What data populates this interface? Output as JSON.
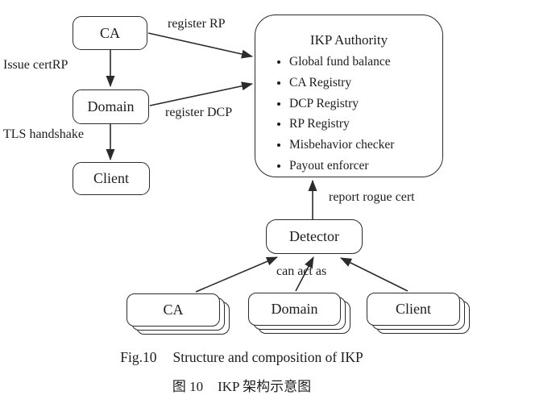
{
  "figure": {
    "nodes": {
      "ca": "CA",
      "domain": "Domain",
      "client": "Client",
      "detector": "Detector",
      "stack_ca": "CA",
      "stack_domain": "Domain",
      "stack_client": "Client"
    },
    "ikp_authority": {
      "title": "IKP Authority",
      "items": [
        "Global fund balance",
        "CA Registry",
        "DCP Registry",
        "RP Registry",
        "Misbehavior checker",
        "Payout enforcer"
      ]
    },
    "edge_labels": {
      "register_rp": "register RP",
      "issue_cert_rp": "Issue certRP",
      "register_dcp": "register DCP",
      "tls_handshake": "TLS handshake",
      "report_rogue_cert": "report rogue cert",
      "can_act_as": "can act as"
    },
    "caption": {
      "fig_label": "Fig.10",
      "fig_title": "Structure and composition of IKP",
      "cn_label": "图 10",
      "cn_title": "IKP 架构示意图"
    }
  },
  "colors": {
    "stroke": "#2b2b2b",
    "text": "#1c1c1c",
    "background": "#ffffff"
  }
}
